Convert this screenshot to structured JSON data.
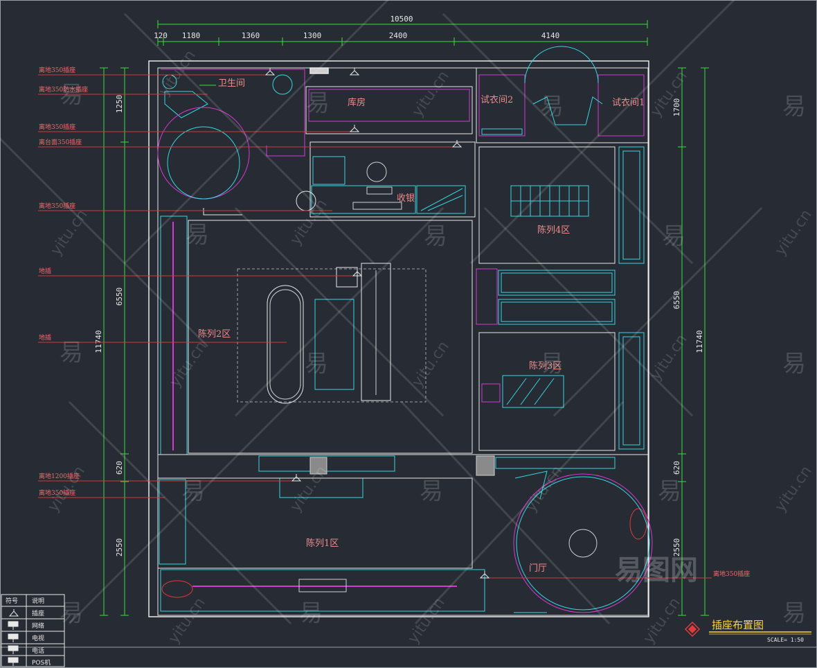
{
  "drawing": {
    "title": "插座布置图",
    "scale": "SCALE= 1:50"
  },
  "dimensions": {
    "top_total": "10500",
    "top_segments": [
      "120",
      "1180",
      "1360",
      "1300",
      "2400",
      "4140"
    ],
    "left_total": "11740",
    "left_segments": [
      "1250",
      "6550",
      "620",
      "2550"
    ],
    "right_total": "11740",
    "right_segments": [
      "1700",
      "6550",
      "620",
      "2550"
    ]
  },
  "rooms": {
    "toilet": "卫生间",
    "storage": "库房",
    "fitting2": "试衣间2",
    "fitting1": "试衣间1",
    "cashier": "收银",
    "zone4": "陈列4区",
    "zone2": "陈列2区",
    "zone3": "陈列3区",
    "zone1": "陈列1区",
    "lobby": "门厅"
  },
  "leaders": {
    "l1": "离地350插座",
    "l2": "离地350防水插座",
    "l3": "离地350插座",
    "l4": "离台面350插座",
    "l5": "离地350插座",
    "l6": "地插",
    "l7": "地插",
    "l8": "离地1200插座",
    "l9": "离地350插座",
    "l10": "离地350插座"
  },
  "legend": {
    "header_symbol": "符号",
    "header_desc": "说明",
    "rows": [
      {
        "icon": "socket-icon",
        "label": "插座"
      },
      {
        "icon": "network-icon",
        "label": "网络"
      },
      {
        "icon": "tv-icon",
        "label": "电视"
      },
      {
        "icon": "phone-icon",
        "label": "电话"
      },
      {
        "icon": "pos-icon",
        "label": "POS机"
      }
    ]
  },
  "watermark": {
    "char": "易",
    "url": "yitu.cn",
    "logo": "易图网"
  },
  "colors": {
    "background": "#272c34",
    "wall": "#e8e8e8",
    "cyan": "#36d6e0",
    "magenta": "#d33ad3",
    "green_dim": "#34e03a",
    "red_text": "#f06a6a",
    "title": "#ffd633"
  }
}
